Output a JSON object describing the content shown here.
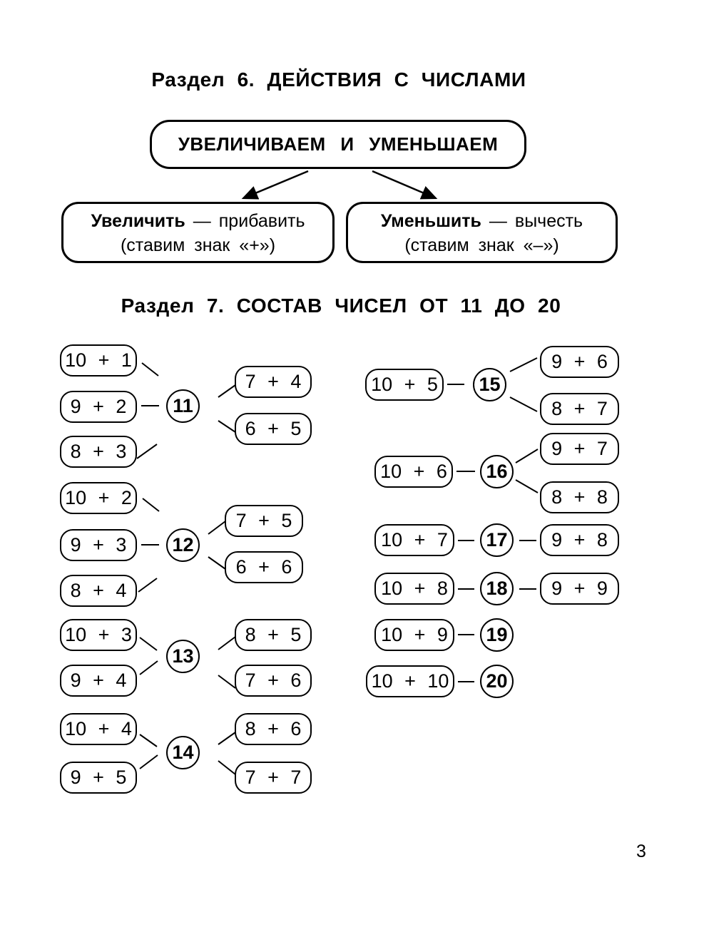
{
  "page_number": "3",
  "colors": {
    "ink": "#000000",
    "paper": "#ffffff"
  },
  "section6": {
    "title": "Раздел 6. ДЕЙСТВИЯ С ЧИСЛАМИ",
    "main_box_label": "УВЕЛИЧИВАЕМ И УМЕНЬШАЕМ",
    "increase_box": {
      "term": "Увеличить",
      "dash": "—",
      "meaning": "прибавить",
      "note": "(ставим знак «+»)"
    },
    "decrease_box": {
      "term": "Уменьшить",
      "dash": "—",
      "meaning": "вычесть",
      "note": "(ставим знак «–»)"
    }
  },
  "section7": {
    "title": "Раздел 7. СОСТАВ ЧИСЕЛ ОТ 11 ДО 20",
    "groups": [
      {
        "sum": "11",
        "left": [
          "10 + 1",
          "9 + 2",
          "8 + 3"
        ],
        "right": [
          "7 + 4",
          "6 + 5"
        ]
      },
      {
        "sum": "12",
        "left": [
          "10 + 2",
          "9 + 3",
          "8 + 4"
        ],
        "right": [
          "7 + 5",
          "6 + 6"
        ]
      },
      {
        "sum": "13",
        "left": [
          "10 + 3",
          "9 + 4"
        ],
        "right": [
          "8 + 5",
          "7 + 6"
        ]
      },
      {
        "sum": "14",
        "left": [
          "10 + 4",
          "9 + 5"
        ],
        "right": [
          "8 + 6",
          "7 + 7"
        ]
      },
      {
        "sum": "15",
        "left": [
          "10 + 5"
        ],
        "right": [
          "9 + 6",
          "8 + 7"
        ]
      },
      {
        "sum": "16",
        "left": [
          "10 + 6"
        ],
        "right": [
          "9 + 7",
          "8 + 8"
        ]
      },
      {
        "sum": "17",
        "left": [
          "10 + 7"
        ],
        "right": [
          "9 + 8"
        ]
      },
      {
        "sum": "18",
        "left": [
          "10 + 8"
        ],
        "right": [
          "9 + 9"
        ]
      },
      {
        "sum": "19",
        "left": [
          "10 + 9"
        ],
        "right": []
      },
      {
        "sum": "20",
        "left": [
          "10 + 10"
        ],
        "right": []
      }
    ]
  }
}
